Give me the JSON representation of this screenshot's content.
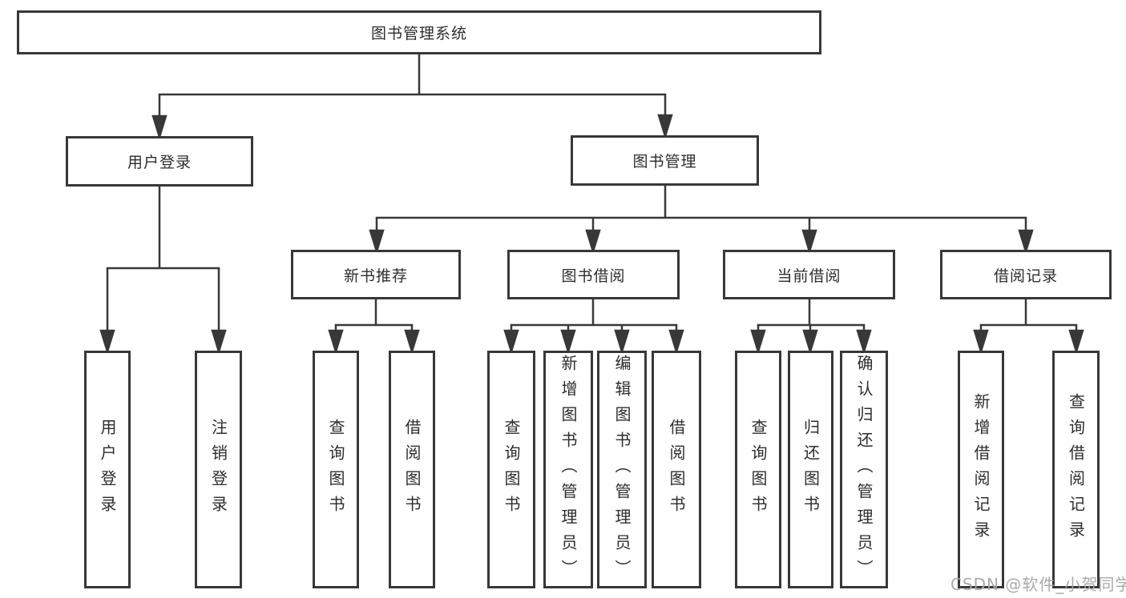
{
  "hierarchy": {
    "label": "图书管理系统",
    "children": [
      {
        "label": "用户登录",
        "children": [
          {
            "label": "用户登录"
          },
          {
            "label": "注销登录"
          }
        ]
      },
      {
        "label": "图书管理",
        "children": [
          {
            "label": "新书推荐",
            "children": [
              {
                "label": "查询图书"
              },
              {
                "label": "借阅图书"
              }
            ]
          },
          {
            "label": "图书借阅",
            "children": [
              {
                "label": "查询图书"
              },
              {
                "label": "新增图书（管理员）"
              },
              {
                "label": "编辑图书（管理员）"
              },
              {
                "label": "借阅图书"
              }
            ]
          },
          {
            "label": "当前借阅",
            "children": [
              {
                "label": "查询图书"
              },
              {
                "label": "归还图书"
              },
              {
                "label": "确认归还（管理员）"
              }
            ]
          },
          {
            "label": "借阅记录",
            "children": [
              {
                "label": "新增借阅记录"
              },
              {
                "label": "查询借阅记录"
              }
            ]
          }
        ]
      }
    ]
  },
  "watermark": "CSDN @软件_小贺同学",
  "colors": {
    "line": "#383838",
    "text": "#2d2d2d",
    "watermark": "#a5a5a5",
    "background": "#ffffff"
  }
}
